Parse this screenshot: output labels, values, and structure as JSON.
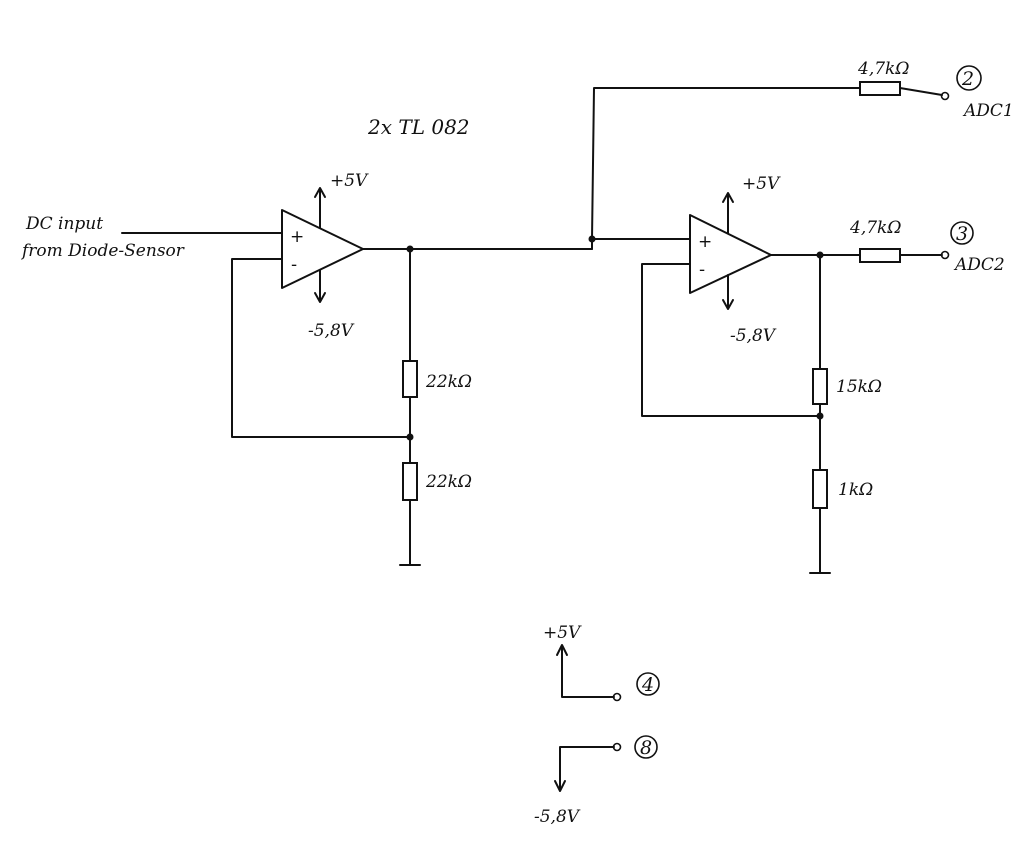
{
  "title": "2x TL 082",
  "input_label_line1": "DC input",
  "input_label_line2": "from Diode-Sensor",
  "opamp1": {
    "plus_sign": "+",
    "minus_sign": "-",
    "supply_pos": "+5V",
    "supply_neg": "-5,8V"
  },
  "opamp2": {
    "plus_sign": "+",
    "minus_sign": "-",
    "supply_pos": "+5V",
    "supply_neg": "-5,8V"
  },
  "resistors": {
    "r_stage1_top": "22kΩ",
    "r_stage1_bottom": "22kΩ",
    "r_stage2_top": "15kΩ",
    "r_stage2_bottom": "1kΩ",
    "r_adc1": "4,7kΩ",
    "r_adc2": "4,7kΩ"
  },
  "outputs": {
    "adc1_pin": "2",
    "adc1_label": "ADC1",
    "adc2_pin": "3",
    "adc2_label": "ADC2"
  },
  "supply_pins": {
    "pos_pin": "4",
    "pos_label": "+5V",
    "neg_pin": "8",
    "neg_label": "-5,8V"
  }
}
